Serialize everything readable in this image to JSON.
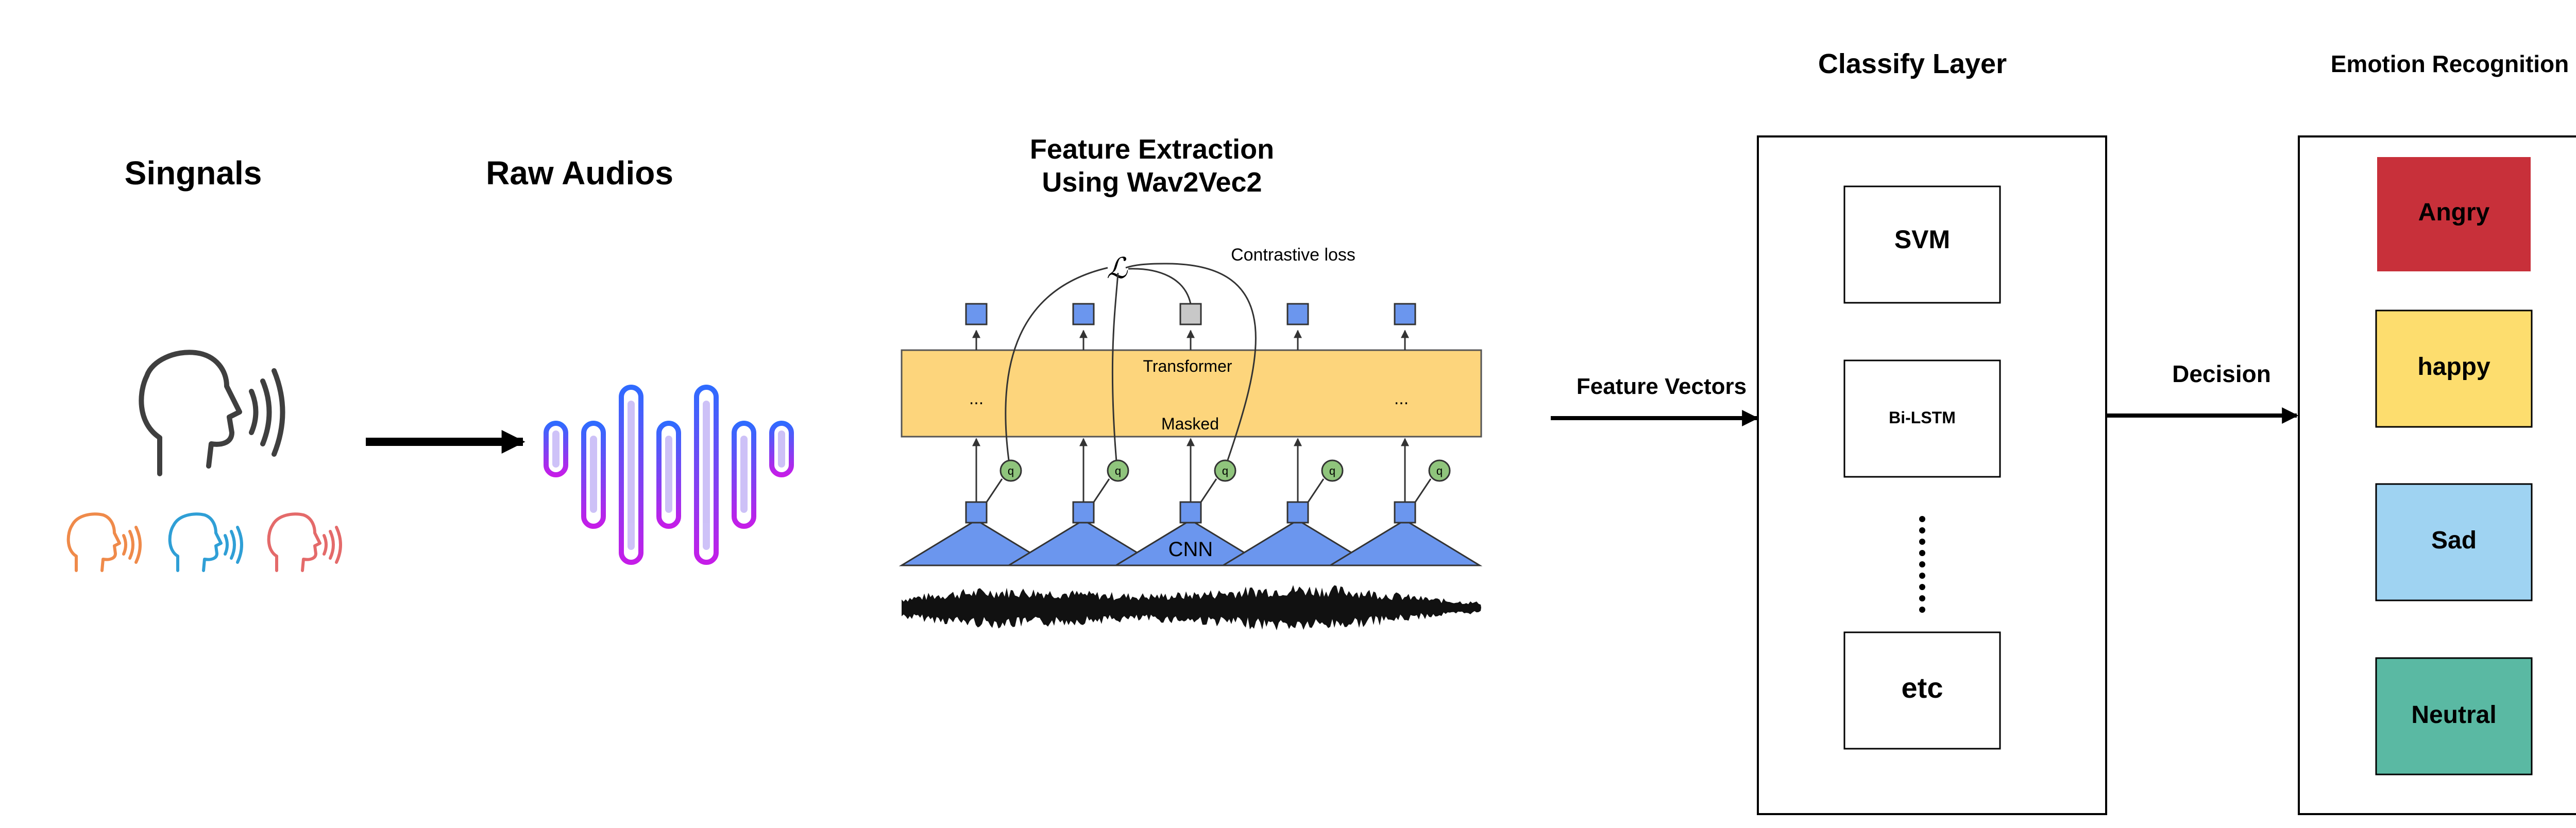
{
  "titles": {
    "signals": "Singnals",
    "raw_audios": "Raw Audios",
    "feature_extraction_line1": "Feature Extraction",
    "feature_extraction_line2": "Using Wav2Vec2",
    "classify_layer": "Classify Layer",
    "emotion_recognition": "Emotion Recognition"
  },
  "wav2vec": {
    "contrastive_loss": "Contrastive loss",
    "loss_symbol": "ℒ",
    "transformer": "Transformer",
    "masked": "Masked",
    "cnn": "CNN",
    "ellipsis": "...",
    "q": "q"
  },
  "arrows": {
    "feature_vectors": "Feature Vectors",
    "decision": "Decision"
  },
  "classifiers": [
    {
      "label": "SVM"
    },
    {
      "label": "Bi-LSTM"
    },
    {
      "label": "etc"
    }
  ],
  "emotions": [
    {
      "label": "Angry",
      "color": "#c8303a"
    },
    {
      "label": "happy",
      "color": "#fddd6e"
    },
    {
      "label": "Sad",
      "color": "#9fd3f2"
    },
    {
      "label": "Neutral",
      "color": "#5ab9a3"
    }
  ],
  "colors": {
    "speaker_orange": "#ef8a4a",
    "speaker_blue": "#2f9fd6",
    "speaker_red": "#e46a6a",
    "speaker_main": "#3f3f3f",
    "wave_top": "#2f6bff",
    "wave_bottom": "#c51de8",
    "transformer_fill": "#fdd57c",
    "cnn_fill": "#6b96ee",
    "q_fill": "#8fc47c",
    "masked_token": "#c8c8c8"
  }
}
